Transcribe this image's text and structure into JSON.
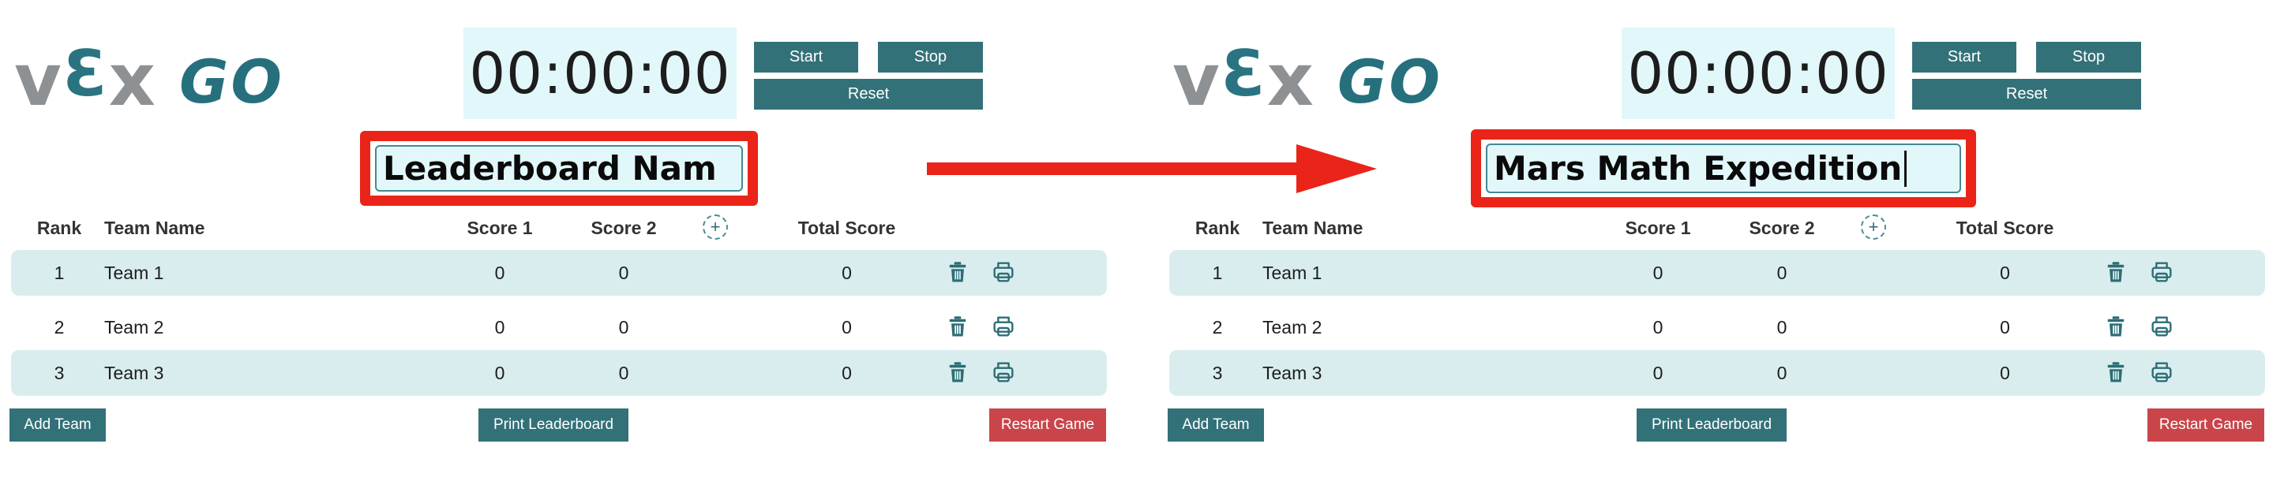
{
  "colors": {
    "teal_button": "#337179",
    "teal_icon": "#2c6e76",
    "row_highlight": "#d9edee",
    "timer_background": "#e2f7fa",
    "input_background": "#e2f7fa",
    "input_border": "#45888f",
    "annotation_red": "#ea2418",
    "restart_red": "#c9454a",
    "logo_gray": "#8e9194",
    "logo_teal": "#2a7482"
  },
  "logo": {
    "v": "v",
    "e": "Ɛ",
    "x": "x",
    "go": "GO"
  },
  "panels": [
    {
      "timer": {
        "value": "00:00:00"
      },
      "controls": {
        "start": "Start",
        "stop": "Stop",
        "reset": "Reset"
      },
      "leaderboard_name": {
        "value": "Leaderboard Nam"
      },
      "table": {
        "headers": {
          "rank": "Rank",
          "team_name": "Team Name",
          "score1": "Score 1",
          "score2": "Score 2",
          "total": "Total Score"
        },
        "add_score_icon": "+",
        "rows": [
          {
            "rank": "1",
            "team_name": "Team 1",
            "score1": "0",
            "score2": "0",
            "total": "0"
          },
          {
            "rank": "2",
            "team_name": "Team 2",
            "score1": "0",
            "score2": "0",
            "total": "0"
          },
          {
            "rank": "3",
            "team_name": "Team 3",
            "score1": "0",
            "score2": "0",
            "total": "0"
          }
        ]
      },
      "actions": {
        "add_team": "Add Team",
        "print_leaderboard": "Print Leaderboard",
        "restart_game": "Restart Game"
      }
    },
    {
      "timer": {
        "value": "00:00:00"
      },
      "controls": {
        "start": "Start",
        "stop": "Stop",
        "reset": "Reset"
      },
      "leaderboard_name": {
        "value": "Mars Math Expedition"
      },
      "table": {
        "headers": {
          "rank": "Rank",
          "team_name": "Team Name",
          "score1": "Score 1",
          "score2": "Score 2",
          "total": "Total Score"
        },
        "add_score_icon": "+",
        "rows": [
          {
            "rank": "1",
            "team_name": "Team 1",
            "score1": "0",
            "score2": "0",
            "total": "0"
          },
          {
            "rank": "2",
            "team_name": "Team 2",
            "score1": "0",
            "score2": "0",
            "total": "0"
          },
          {
            "rank": "3",
            "team_name": "Team 3",
            "score1": "0",
            "score2": "0",
            "total": "0"
          }
        ]
      },
      "actions": {
        "add_team": "Add Team",
        "print_leaderboard": "Print Leaderboard",
        "restart_game": "Restart Game"
      }
    }
  ]
}
